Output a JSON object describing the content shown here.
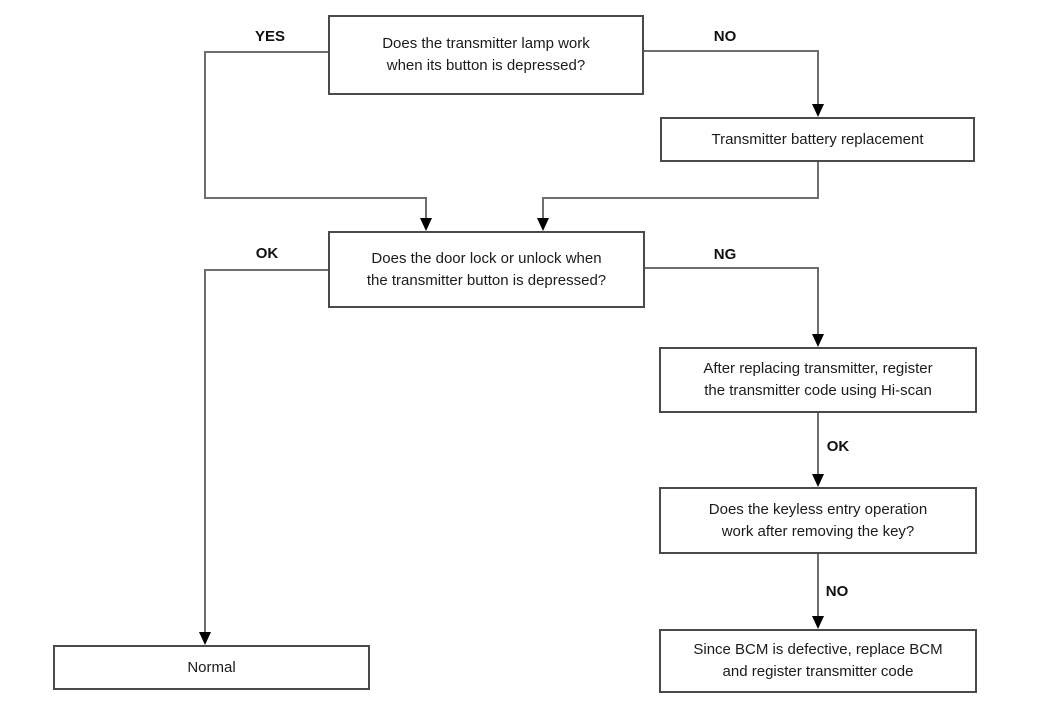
{
  "diagram": {
    "type": "flowchart",
    "subject": "keyless-entry-transmitter-diagnosis"
  },
  "nodes": {
    "lamp_question": {
      "label": "Does the transmitter lamp work\nwhen its button is depressed?"
    },
    "battery_replacement": {
      "label": "Transmitter battery replacement"
    },
    "door_lock_question": {
      "label": "Does the door lock or unlock when\nthe transmitter button is depressed?"
    },
    "register_code": {
      "label": "After replacing transmitter, register\nthe transmitter code using Hi-scan"
    },
    "keyless_question": {
      "label": "Does the keyless entry operation\nwork after removing the key?"
    },
    "replace_bcm": {
      "label": "Since BCM is defective, replace BCM\nand register transmitter code"
    },
    "normal": {
      "label": "Normal"
    }
  },
  "edge_labels": {
    "lamp_yes": "YES",
    "lamp_no": "NO",
    "door_ok": "OK",
    "door_ng": "NG",
    "register_ok": "OK",
    "keyless_no": "NO"
  },
  "colors": {
    "background": "#ffffff",
    "line": "#6e6e6e",
    "box_border": "#4a4a4a",
    "arrowhead": "#000000",
    "text": "#1b1b1b"
  }
}
